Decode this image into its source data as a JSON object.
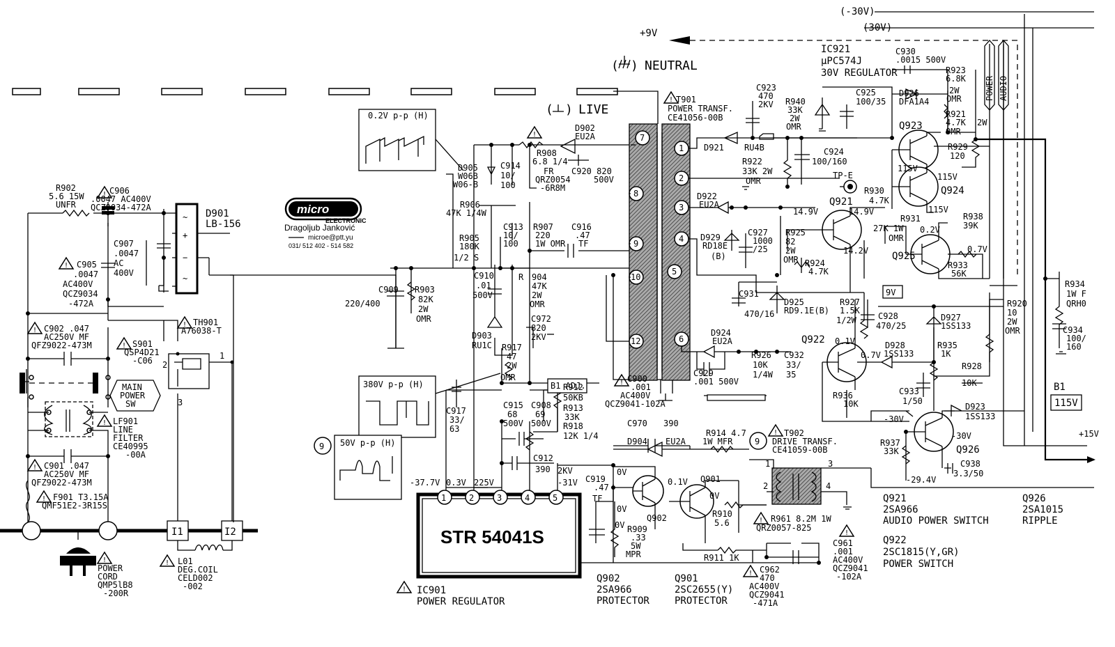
{
  "logo": {
    "text": "micro",
    "sub": "ELECTRONIC"
  },
  "author": {
    "name": "Dragoljub Janković",
    "email": "microe@ptt.yu",
    "phone": "031/ 512 402 - 514 582"
  },
  "rails": {
    "plus9": "+9V",
    "m30a": "(-30V)",
    "m30b": "(30V)",
    "plus15": "+15V",
    "b1_value": "115V",
    "b1_label": "B1",
    "v9box": "9V"
  },
  "grounds": {
    "neutral": "NEUTRAL",
    "live": "LIVE"
  },
  "side_labels": {
    "power": "POWER",
    "audio": "AUDIO"
  },
  "ic901": {
    "part": "STR 54041S",
    "ref": "IC901",
    "desc": "POWER REGULATOR",
    "pins": [
      "1",
      "2",
      "3",
      "4",
      "5"
    ],
    "pin_volts": [
      "-37.7V",
      "0.3V",
      "225V",
      "",
      "2KV",
      "-31V"
    ]
  },
  "ic921": {
    "ref": "IC921",
    "part": "μPC574J",
    "desc": "30V REGULATOR"
  },
  "t901": {
    "ref": "T901",
    "l1": "POWER TRANSF.",
    "part": "CE41056-00B",
    "pins": [
      "7",
      "8",
      "9",
      "10",
      "12",
      "1",
      "2",
      "3",
      "4",
      "5",
      "6"
    ]
  },
  "t902": {
    "ref": "T902",
    "l1": "DRIVE TRANSF.",
    "part": "CE41059-00B",
    "pins": [
      "1",
      "2",
      "3",
      "4"
    ]
  },
  "waves": [
    {
      "label": "0.2V p-p (H)"
    },
    {
      "label": "380V p-p (H)"
    },
    {
      "label": "50V p-p (H)",
      "num": "9"
    }
  ],
  "b1adj": "B1 ADJ.",
  "main_sw": [
    "MAIN",
    "POWER",
    "SW"
  ],
  "transistor_table": {
    "q921": [
      "Q921",
      "2SA966",
      "AUDIO POWER SWITCH"
    ],
    "q926": [
      "Q926",
      "2SA1015",
      "RIPPLE"
    ],
    "q922": [
      "Q922",
      "2SC1815(Y,GR)",
      "POWER SWITCH"
    ],
    "q902": [
      "Q902",
      "2SA966",
      "PROTECTOR"
    ],
    "q901": [
      "Q901",
      "2SC2655(Y)",
      "PROTECTOR"
    ]
  },
  "labels": {
    "r902": [
      "R902",
      "5.6 15W",
      "UNFR"
    ],
    "c906": [
      "C906",
      ".0047 AC400V",
      "QCZ9034-472A"
    ],
    "d901": [
      "D901",
      "LB-156"
    ],
    "c907": [
      "C907",
      ".0047",
      "AC",
      "400V"
    ],
    "c905": [
      "C905",
      ".0047",
      "AC400V",
      "QCZ9034",
      "-472A"
    ],
    "c902": [
      "C902 .047",
      "AC250V MF",
      "QFZ9022-473M"
    ],
    "s901": [
      "S901",
      "QSP4D21",
      "-C06"
    ],
    "th901": [
      "TH901",
      "A76038-T"
    ],
    "lf901": [
      "LF901",
      "LINE",
      "FILTER",
      "CE40995",
      "-00A"
    ],
    "c901": [
      "C901 .047",
      "AC250V MF",
      "QFZ9022-473M"
    ],
    "f901": [
      "F901 T3.15A",
      "QMF51E2-3R15S"
    ],
    "cord": [
      "POWER",
      "CORD",
      "QMP5lB8",
      "-200R"
    ],
    "l01": [
      "L01",
      "DEG.COIL",
      "CELD002",
      "-002"
    ],
    "c909": [
      "C909",
      "220/400"
    ],
    "r903": [
      "R903",
      "82K",
      "2W",
      "OMR"
    ],
    "d905": [
      "D905",
      "W06B",
      "W06-B"
    ],
    "c914": [
      "C914",
      "10/",
      "100"
    ],
    "r908": [
      "R908",
      "6.8 1/4",
      "FR",
      "QRZ0054",
      "-6R8M"
    ],
    "d902": [
      "D902",
      "EU2A"
    ],
    "c920": [
      "C920 820",
      "500V"
    ],
    "r906": [
      "R906",
      "47K 1/4W"
    ],
    "r905": [
      "R905",
      "180K",
      "1/2",
      "S"
    ],
    "c913": [
      "C913",
      "10/",
      "100"
    ],
    "r907": [
      "R907",
      "220",
      "1W OMR"
    ],
    "c916": [
      "C916",
      ".47",
      "TF"
    ],
    "c910": [
      "C910",
      ".01",
      "500V"
    ],
    "r904": [
      "R",
      "904",
      "47K",
      "2W",
      "OMR"
    ],
    "d903": [
      "D903",
      "RU1C"
    ],
    "c972": [
      "C972",
      "820",
      "2KV"
    ],
    "r917": [
      "R917",
      "47",
      "2W",
      "OMR"
    ],
    "r912": [
      "R912",
      "50KB"
    ],
    "r913": [
      "R913",
      "33K"
    ],
    "r918": [
      "R918",
      "12K 1/4"
    ],
    "c917": [
      "C917",
      "33/",
      "63"
    ],
    "c915": [
      "C915",
      "68",
      "500V"
    ],
    "c908": [
      "C908",
      "69",
      "500V"
    ],
    "c912": [
      "C912",
      "390"
    ],
    "c900": [
      "C900",
      ".001",
      "AC400V",
      "QCZ9041-102A"
    ],
    "c970": [
      "C970",
      "390"
    ],
    "d904": [
      "D904",
      "EU2A"
    ],
    "r914": [
      "R914 4.7",
      "1W MFR"
    ],
    "c919": [
      "C919",
      ".47",
      "TF"
    ],
    "q902v": [
      "0V",
      "0V",
      "0V",
      "0.1V",
      "0V"
    ],
    "r909": [
      "R909",
      ".33",
      "5W",
      "MPR"
    ],
    "r910": [
      "R910",
      "5.6"
    ],
    "r911": [
      "R911 1K"
    ],
    "r961": [
      "R961 8.2M 1W",
      "QRZ0057-825"
    ],
    "c962": [
      "C962",
      "470",
      "AC400V",
      "QCZ9041",
      "-471A"
    ],
    "c961": [
      "C961",
      ".001",
      "AC400V",
      "QCZ9041",
      "-102A"
    ],
    "c923": [
      "C923",
      "470",
      "2KV"
    ],
    "r940": [
      "R940",
      "33K",
      "2W",
      "OMR"
    ],
    "c925": [
      "C925",
      "100/35"
    ],
    "c930": [
      "C930",
      ".0015 500V"
    ],
    "r923": [
      "R923",
      "6.8K",
      "2W",
      "OMR"
    ],
    "d926": [
      "D926",
      "DFA1A4"
    ],
    "r921": [
      "R921",
      "4.7K",
      "OMR"
    ],
    "r929": [
      "R929",
      "120"
    ],
    "d921": [
      "D921",
      "RU4B"
    ],
    "r922": [
      "R922",
      "33K 2W",
      "OMR"
    ],
    "c924": [
      "C924",
      "100/160"
    ],
    "tpe": "TP-E",
    "d922": [
      "D922",
      "EU2A"
    ],
    "d929": [
      "D929",
      "RD18E",
      "(B)"
    ],
    "c927": [
      "C927",
      "1000",
      "/25"
    ],
    "r925": [
      "R925",
      "82",
      "2W",
      "OMR"
    ],
    "r924": [
      "R924",
      "4.7K"
    ],
    "q921v": [
      "14.9V",
      "14.9V",
      "14.2V"
    ],
    "q923": "Q923",
    "q924": "Q924",
    "q924v": [
      "115V",
      "115V",
      "115V"
    ],
    "r930": [
      "R930",
      "4.7K"
    ],
    "r931": [
      "R931",
      "27K 1W",
      "OMR",
      "0.2V"
    ],
    "q925": "Q925",
    "r938": [
      "R938",
      "39K"
    ],
    "r933": [
      "R933",
      "56K",
      "0.7V"
    ],
    "c931": [
      "C931",
      "470/16"
    ],
    "d925": [
      "D925",
      "RD9.1E(B)"
    ],
    "r927": [
      "R927",
      "1.5K",
      "1/2W"
    ],
    "c928": [
      "C928",
      "470/25"
    ],
    "d927": [
      "D927",
      "1SS133"
    ],
    "r920": [
      "R920",
      "10",
      "2W",
      "OMR"
    ],
    "r934": [
      "R934",
      "1W F",
      "QRH0"
    ],
    "c934": [
      "C934",
      "100/",
      "160"
    ],
    "d924": [
      "D924",
      "EU2A"
    ],
    "r926": [
      "R926",
      "10K",
      "1/4W"
    ],
    "c932": [
      "C932",
      "33/",
      "35"
    ],
    "c929": [
      "C929",
      ".001 500V"
    ],
    "q922v": [
      "Q922",
      "0.1V",
      "0.7V"
    ],
    "d928": [
      "D928",
      "1SS133"
    ],
    "r935": [
      "R935",
      "1K"
    ],
    "r928": [
      "R928",
      "10K"
    ],
    "r936": [
      "R936",
      "10K"
    ],
    "c933": [
      "C933",
      "1/50"
    ],
    "d923": [
      "D923",
      "1SS133"
    ],
    "q926v": [
      "-30V",
      "-30V",
      "-29.4V"
    ],
    "r937": [
      "R937",
      "33K"
    ],
    "c938": [
      "C938",
      "3.3/50"
    ]
  }
}
